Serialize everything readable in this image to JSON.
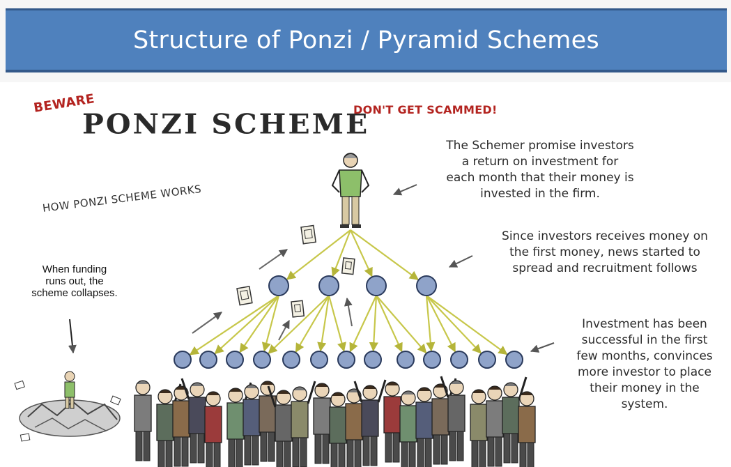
{
  "slide": {
    "title": "Structure of Ponzi / Pyramid Schemes"
  },
  "illustration": {
    "beware": "BEWARE",
    "heading": "PONZI SCHEME",
    "tagline": "DON'T GET SCAMMED!",
    "how_label": "HOW PONZI SCHEME WORKS"
  },
  "notes": {
    "schemer": [
      "The Schemer promise investors",
      "a return on investment for",
      "each month that their money is",
      "invested in the firm."
    ],
    "recruitment": [
      "Since investors receives money on",
      "the first money, news started to",
      "spread and recruitment follows"
    ],
    "investment": [
      "Investment has been",
      "successful in the first",
      "few months, convinces",
      "more investor to place",
      "their money in the",
      "system."
    ],
    "collapse": [
      "When funding",
      "runs out, the",
      "scheme collapses."
    ]
  },
  "colors": {
    "title_bar": "#4f81bd",
    "node_fill": "#8fa3c9",
    "node_stroke": "#2a3a5c",
    "arrow": "#c7c74a",
    "warning_red": "#b3231f"
  },
  "icons": [
    "schemer-figure-icon",
    "money-paper-icon",
    "crowd-icon",
    "collapsed-rubble-icon"
  ]
}
